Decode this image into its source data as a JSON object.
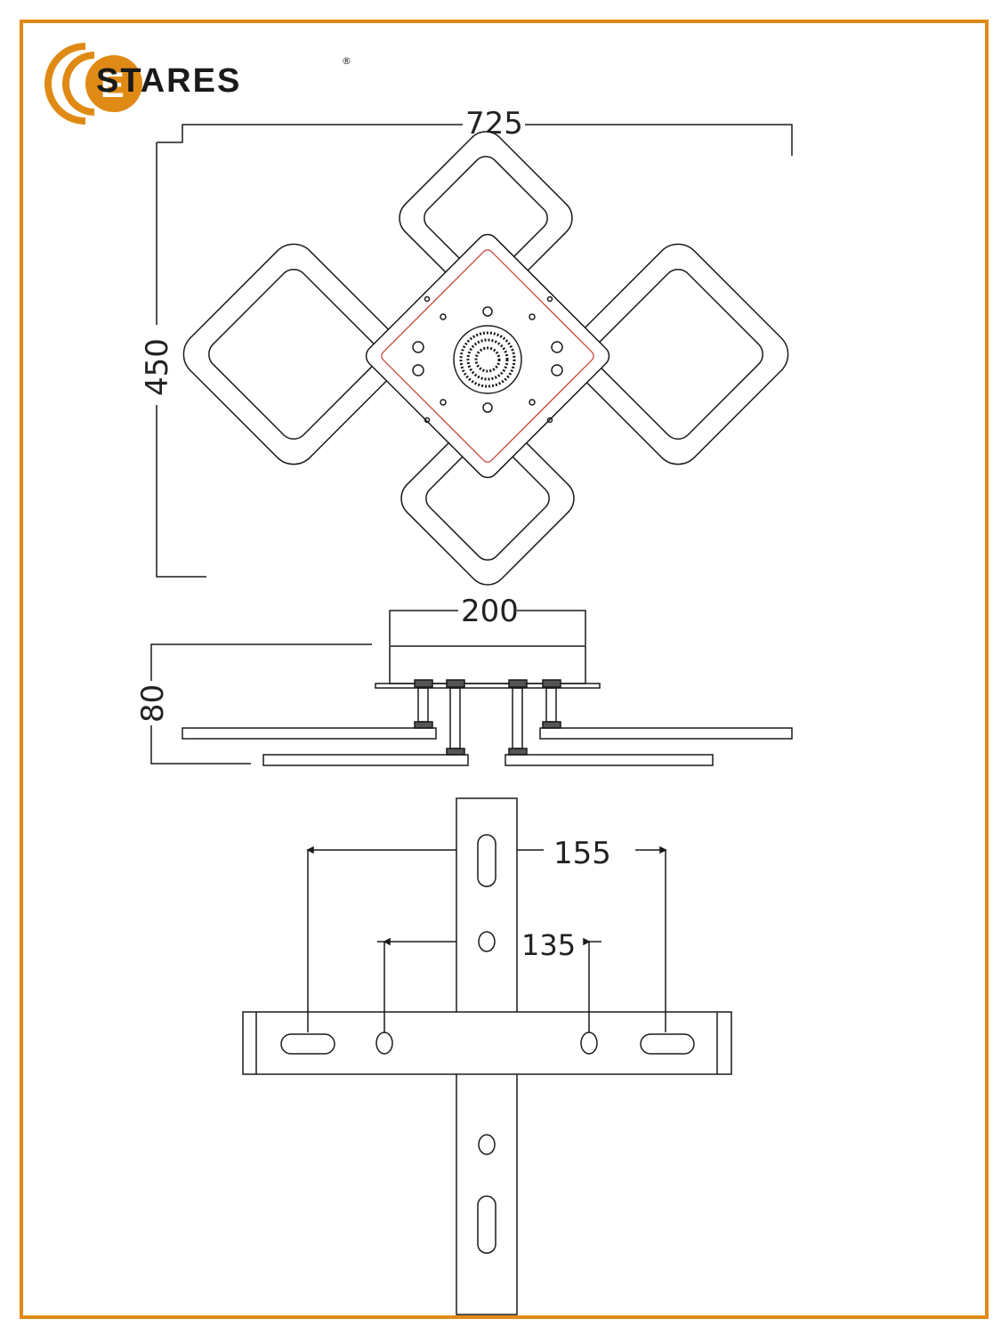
{
  "brand": {
    "name": "STARES",
    "initial": "E",
    "registered": "®",
    "accent_color": "#e08a16"
  },
  "top_view": {
    "width_label": "725",
    "height_label": "450"
  },
  "side_view": {
    "base_width_label": "200",
    "height_label": "80"
  },
  "bracket_view": {
    "outer_spacing_label": "155",
    "inner_spacing_label": "135"
  }
}
